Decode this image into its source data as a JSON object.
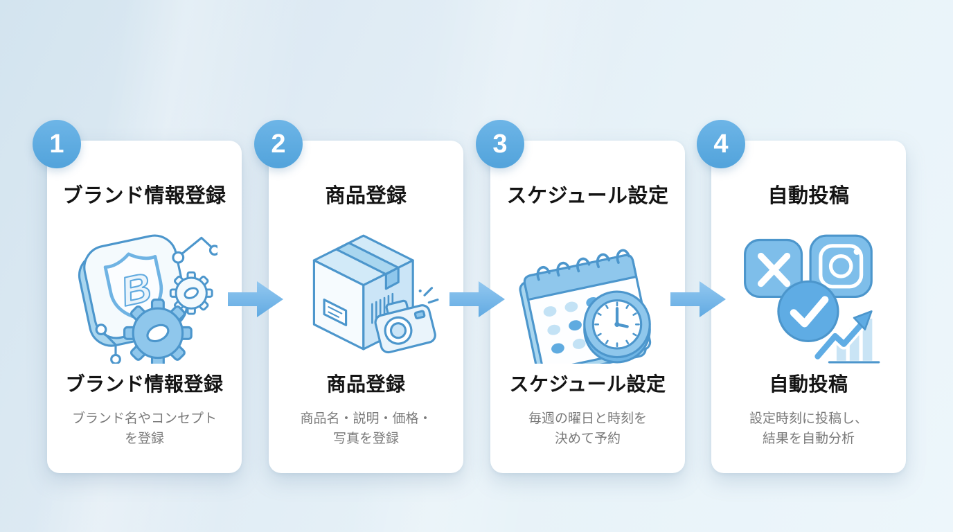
{
  "colors": {
    "background_top_left": "#D3E4EF",
    "background_bottom_right": "#EDF6FB",
    "card_background": "#FFFFFF",
    "badge_blue": "#58A8DE",
    "arrow_blue": "#6FB3E6",
    "illustration_stroke": "#4C96CC",
    "illustration_fill_light": "#C9E4F5",
    "illustration_fill_medium": "#8FC7EC",
    "title_text": "#141414",
    "description_text": "#7A7A7A"
  },
  "steps": [
    {
      "number": "1",
      "title": "ブランド情報登録",
      "subtitle": "ブランド情報登録",
      "description": "ブランド名やコンセプト\nを登録",
      "icon": "brand-shield-gears-icon",
      "icon_letter": "B"
    },
    {
      "number": "2",
      "title": "商品登録",
      "subtitle": "商品登録",
      "description": "商品名・説明・価格・\n写真を登録",
      "icon": "product-box-camera-icon"
    },
    {
      "number": "3",
      "title": "スケジュール設定",
      "subtitle": "スケジュール設定",
      "description": "毎週の曜日と時刻を\n決めて予約",
      "icon": "calendar-clock-icon"
    },
    {
      "number": "4",
      "title": "自動投稿",
      "subtitle": "自動投稿",
      "description": "設定時刻に投稿し、\n結果を自動分析",
      "icon": "sns-check-growth-icon"
    }
  ]
}
